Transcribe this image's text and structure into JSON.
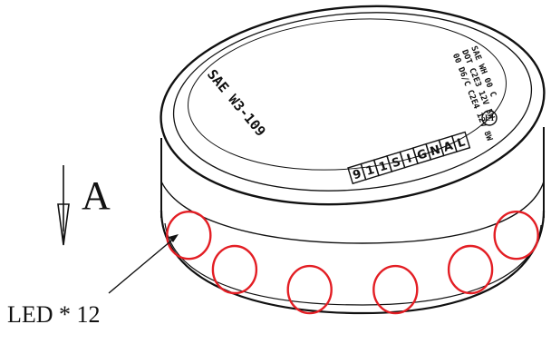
{
  "colors": {
    "ink": "#111111",
    "led": "#e31e24",
    "background": "#ffffff"
  },
  "direction_marker": {
    "letter": "A"
  },
  "callout": {
    "label": "LED * 12"
  },
  "lid_markings": {
    "model": "SAE W3-109",
    "brand_boxes": [
      "9",
      "1",
      "1",
      "S",
      "I",
      "G",
      "N",
      "A",
      "L"
    ],
    "spec_lines": [
      "SAE WH 00 C",
      "DOT C2E3 12V 5W",
      "00 D6/C C2E4 12V 8W"
    ]
  },
  "leds": {
    "total_count": 12,
    "visible_count": 6
  }
}
